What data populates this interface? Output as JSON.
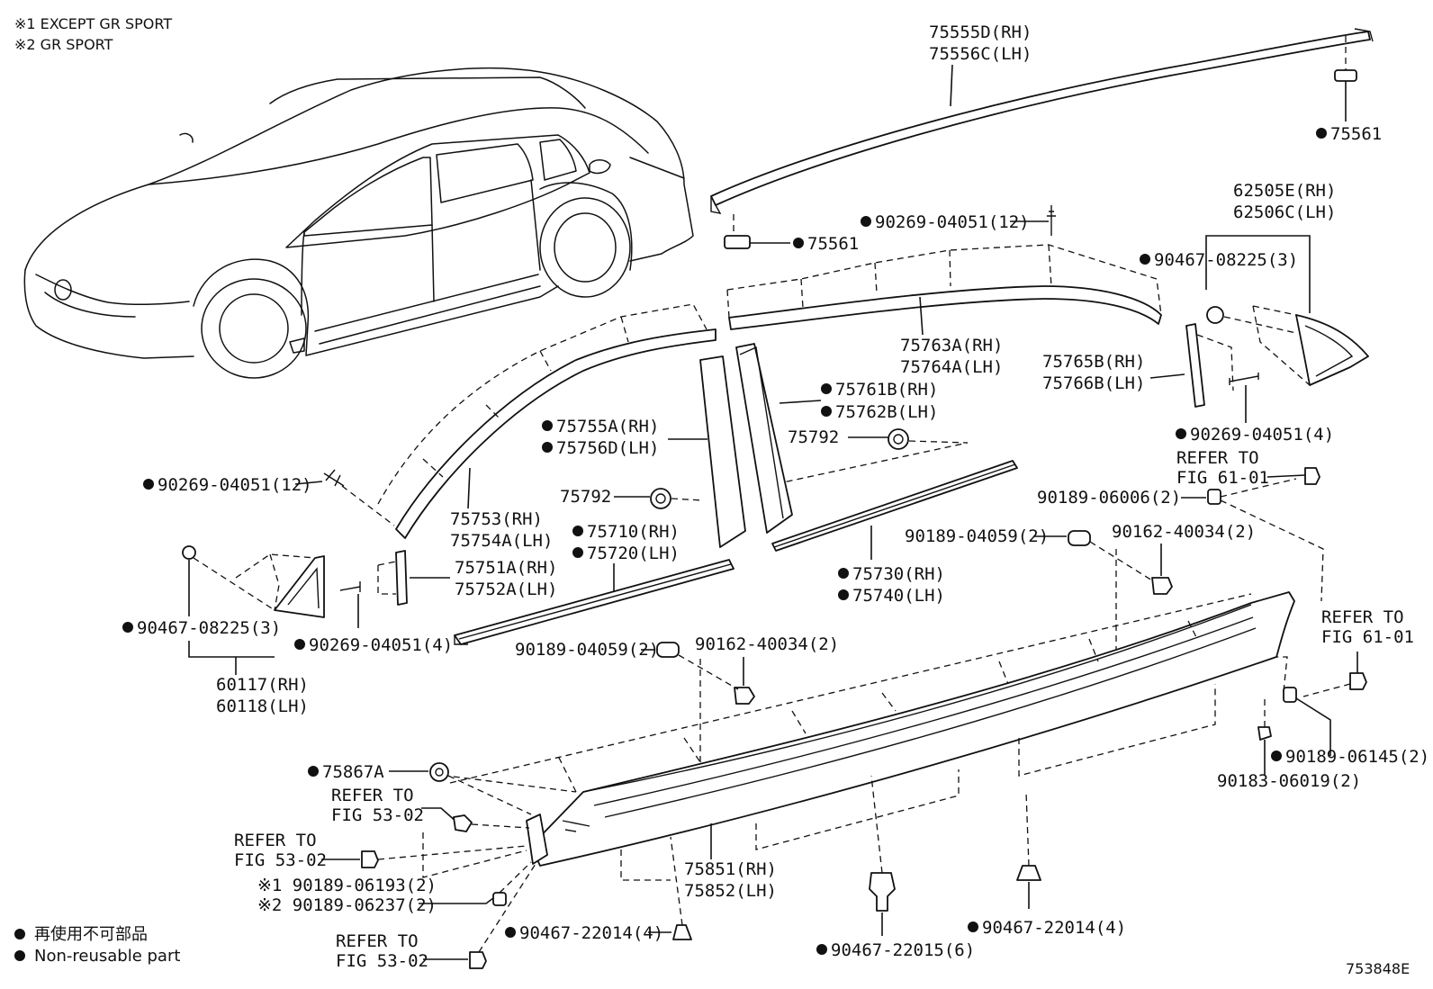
{
  "notes": {
    "note1": "※1 EXCEPT GR SPORT",
    "note2": "※2 GR SPORT"
  },
  "legend": {
    "jp": "再使用不可部品",
    "en": "Non-reusable part"
  },
  "figure_id": "753848E",
  "refer": {
    "refer_to": "REFER TO",
    "fig_61_01": "FIG 61-01",
    "fig_53_02": "FIG 53-02"
  },
  "parts": {
    "p75555d": "75555D(RH)",
    "p75556c": "75556C(LH)",
    "p75561_top": "75561",
    "p75561_mid": "75561",
    "p62505e": "62505E(RH)",
    "p62506c": "62506C(LH)",
    "p90467_08225_r": "90467-08225(3)",
    "p90269_04051_12_top": "90269-04051(12)",
    "p75763a": "75763A(RH)",
    "p75764a": "75764A(LH)",
    "p75765b": "75765B(RH)",
    "p75766b": "75766B(LH)",
    "p75761b": "75761B(RH)",
    "p75762b": "75762B(LH)",
    "p90269_04051_4_r": "90269-04051(4)",
    "p75792_r": "75792",
    "p75755a": "75755A(RH)",
    "p75756d": "75756D(LH)",
    "p90269_04051_12_l": "90269-04051(12)",
    "p75753": "75753(RH)",
    "p75754a": "75754A(LH)",
    "p75792_l": "75792",
    "p75710": "75710(RH)",
    "p75720": "75720(LH)",
    "p90189_06006": "90189-06006(2)",
    "p90189_04059_r": "90189-04059(2)",
    "p90162_40034_r": "90162-40034(2)",
    "p75730": "75730(RH)",
    "p75740": "75740(LH)",
    "p75751a": "75751A(RH)",
    "p75752a": "75752A(LH)",
    "p90467_08225_l": "90467-08225(3)",
    "p90269_04051_4_l": "90269-04051(4)",
    "p60117": "60117(RH)",
    "p60118": "60118(LH)",
    "p90189_04059_l": "90189-04059(2)",
    "p90162_40034_l": "90162-40034(2)",
    "p90189_06145": "90189-06145(2)",
    "p90183_06019": "90183-06019(2)",
    "p75867a": "75867A",
    "p90189_06193": "※1 90189-06193(2)",
    "p90189_06237": "※2 90189-06237(2)",
    "p75851": "75851(RH)",
    "p75852": "75852(LH)",
    "p90467_22014_l": "90467-22014(4)",
    "p90467_22015": "90467-22015(6)",
    "p90467_22014_r": "90467-22014(4)"
  }
}
